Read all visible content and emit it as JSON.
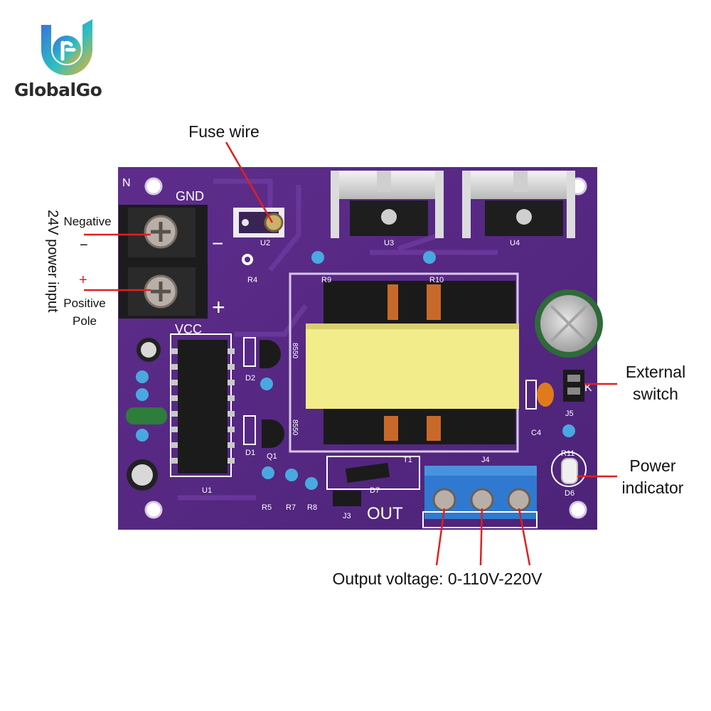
{
  "brand": {
    "name": "GlobalGo",
    "colors": {
      "gradient_start": "#3a7be0",
      "gradient_mid": "#2bbfc0",
      "gradient_end": "#f0b030"
    }
  },
  "annotations": {
    "fuse_wire": "Fuse wire",
    "negative": "Negative",
    "negative_symbol": "−",
    "positive_symbol": "+",
    "positive_pole_line1": "Positive",
    "positive_pole_line2": "Pole",
    "power_input": "24V power input",
    "external_switch_line1": "External",
    "external_switch_line2": "switch",
    "power_indicator_line1": "Power",
    "power_indicator_line2": "indicator",
    "output_voltage": "Output voltage: 0-110V-220V"
  },
  "board": {
    "pcb_color": "#5a2a86",
    "labels": {
      "gnd": "GND",
      "minus": "−",
      "plus": "+",
      "vcc": "VCC",
      "out": "OUT",
      "u1": "U1",
      "u2": "U2",
      "u3": "U3",
      "u4": "U4",
      "r4": "R4",
      "r5": "R5",
      "r7": "R7",
      "r8": "R8",
      "r9": "R9",
      "r10": "R10",
      "r11": "R11",
      "d1": "D1",
      "d2": "D2",
      "d6": "D6",
      "d7": "D7",
      "q1": "Q1",
      "t1": "T1",
      "j3": "J3",
      "j4": "J4",
      "j5": "J5",
      "c4": "C4",
      "k": "K",
      "n": "N",
      "q_8550_a": "8550",
      "q_8550_b": "8550"
    }
  }
}
